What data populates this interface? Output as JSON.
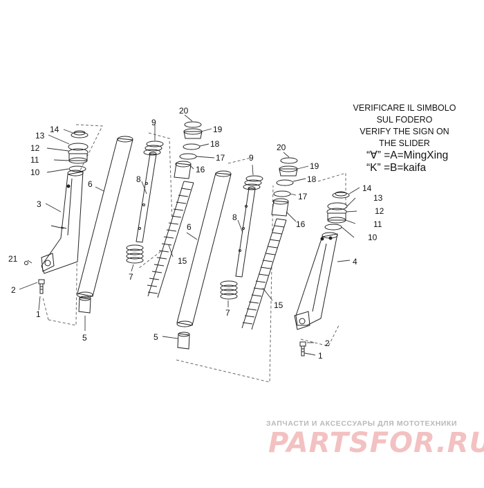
{
  "note": {
    "lines": [
      "VERIFICARE IL SIMBOLO",
      "SUL FODERO",
      "VERIFY THE SIGN ON",
      "THE SLIDER"
    ],
    "code_a": "“∀” =A=MingXing",
    "code_k": "“K” =B=kaifa"
  },
  "watermark": {
    "tagline": "ЗАПЧАСТИ И АКСЕССУАРЫ ДЛЯ МОТОТЕХНИКИ",
    "logo": "PARTSFOR.RU"
  },
  "callouts": [
    "14",
    "13",
    "12",
    "11",
    "10",
    "3",
    "21",
    "2",
    "1",
    "6",
    "5",
    "9",
    "8",
    "7",
    "20",
    "19",
    "18",
    "17",
    "16",
    "15",
    "6",
    "5",
    "9",
    "8",
    "7",
    "15",
    "20",
    "19",
    "18",
    "17",
    "16",
    "14",
    "13",
    "12",
    "11",
    "10",
    "4",
    "2",
    "1"
  ],
  "colors": {
    "line": "#222222",
    "dash": "#555555",
    "watermark_red": "#f3c1c1",
    "watermark_grey": "#b9b9b9"
  }
}
